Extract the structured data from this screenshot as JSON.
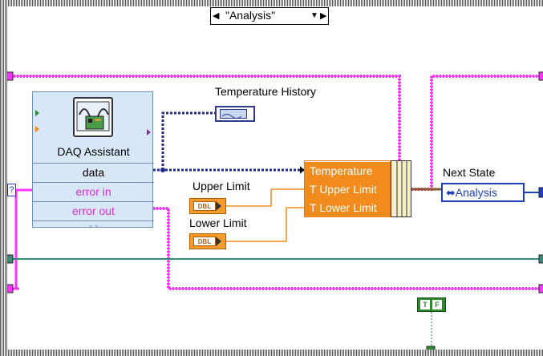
{
  "case_structure": {
    "selector_value": "\"Analysis\""
  },
  "daq_assistant": {
    "title": "DAQ Assistant",
    "terminals": [
      "data",
      "error in",
      "error out"
    ]
  },
  "graph": {
    "label": "Temperature History"
  },
  "controls": {
    "upper_limit_label": "Upper Limit",
    "lower_limit_label": "Lower Limit",
    "dbl_text": "DBL"
  },
  "bundle": {
    "elements": [
      "Temperature",
      "T Upper Limit",
      "T Lower Limit"
    ]
  },
  "next_state": {
    "label": "Next State",
    "value": "Analysis"
  },
  "boolean_constant": {
    "true_text": "T",
    "false_text": "F"
  },
  "tunnel_label": "?",
  "colors": {
    "error_wire": "#ff33ff",
    "data_wire": "#1f2a8a",
    "numeric_wire": "#f28b1d",
    "refnum_wire": "#3a8a7a",
    "enum_blue": "#1f3fbf",
    "boolean_green": "#2d8a2d",
    "daq_fill": "#d7e7f7"
  }
}
